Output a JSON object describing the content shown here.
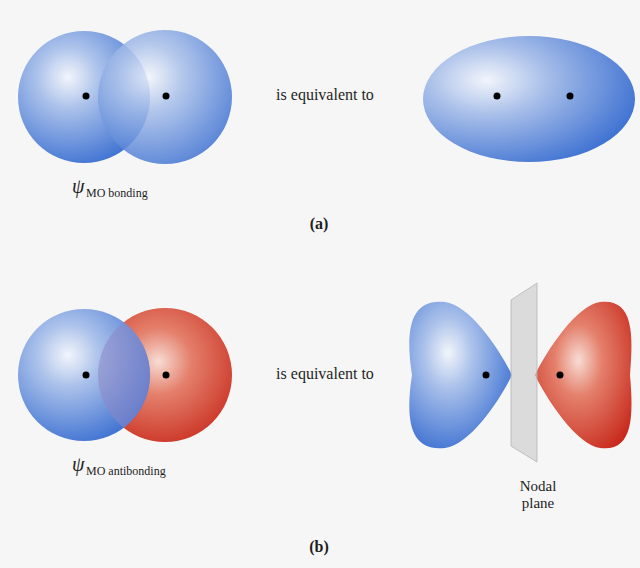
{
  "diagram": {
    "labels": [
      "ψ",
      "MO bonding",
      "is equivalent to",
      "(a)",
      "ψ",
      "MO antibonding",
      "is equivalent to",
      "Nodal plane",
      "(b)"
    ]
  }
}
